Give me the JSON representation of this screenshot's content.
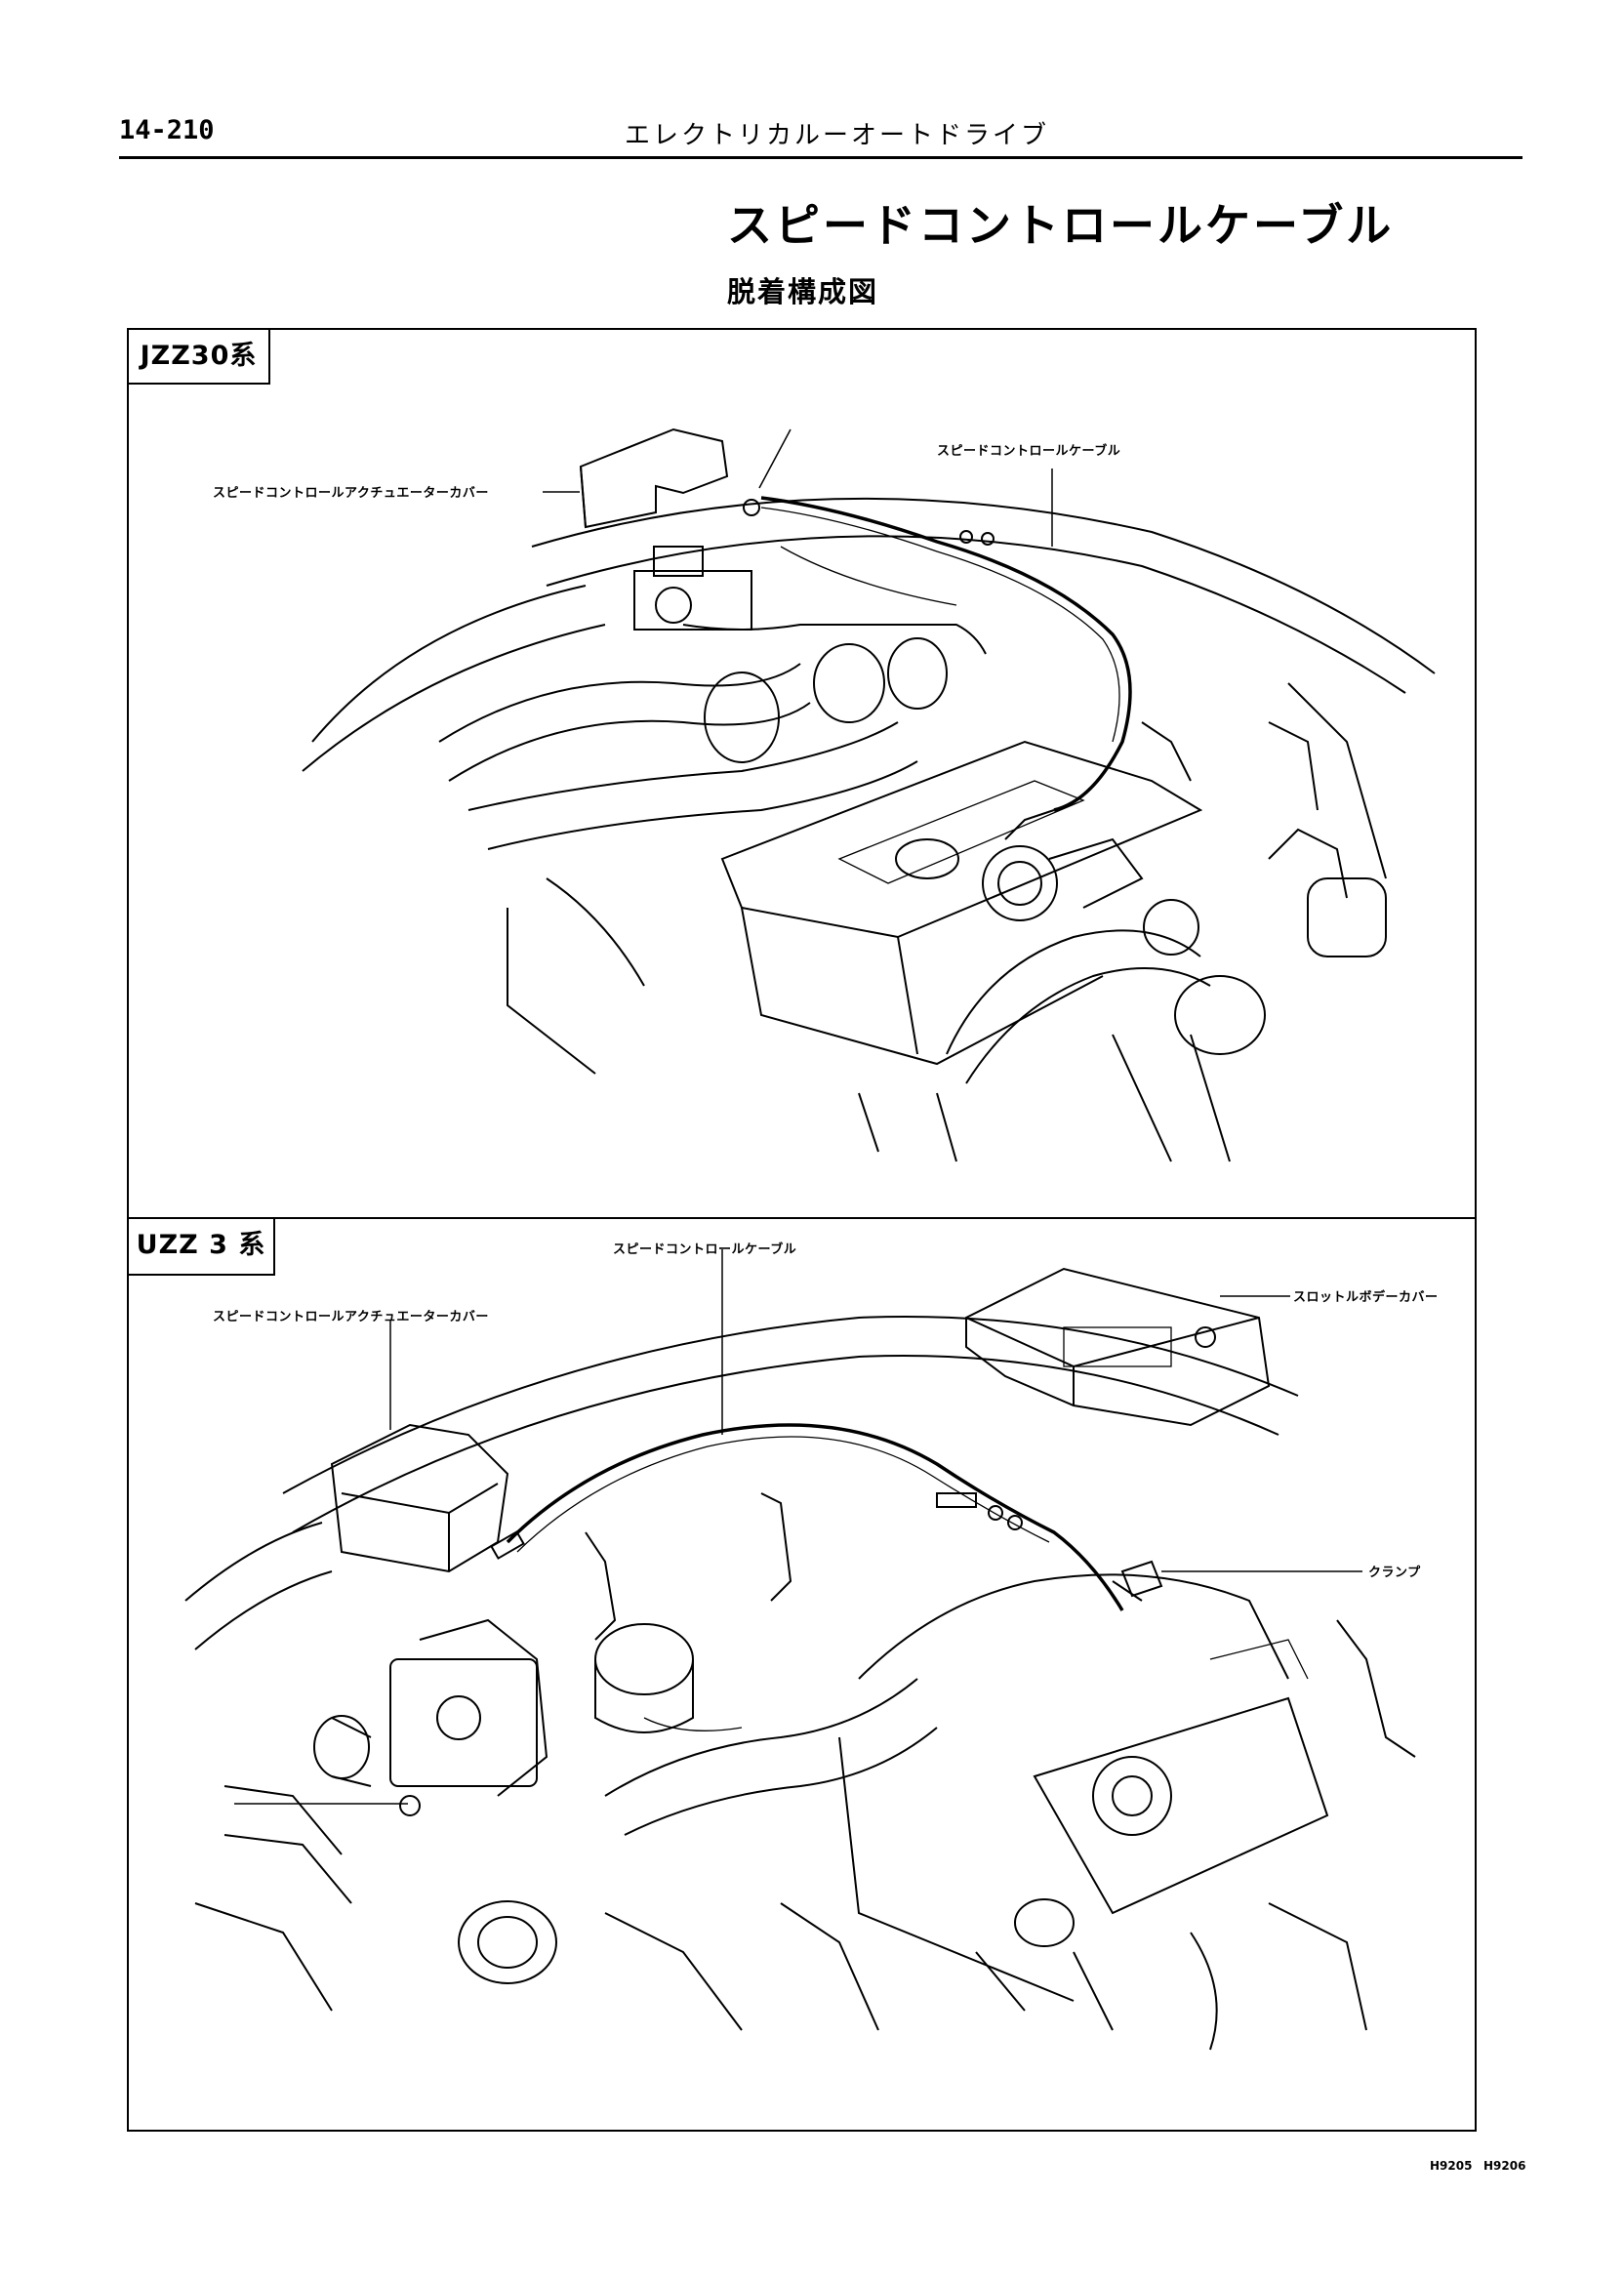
{
  "header": {
    "page_number": "14-210",
    "running_head": "エレクトリカルーオートドライブ"
  },
  "title": "スピードコントロールケーブル",
  "subtitle": "脱着構成図",
  "figures": [
    {
      "model": "JZZ30系",
      "callouts": {
        "actuator_cover": "スピードコントロールアクチュエーターカバー",
        "cable": "スピードコントロールケーブル"
      }
    },
    {
      "model": "UZZ 3 系",
      "callouts": {
        "cable": "スピードコントロールケーブル",
        "actuator_cover": "スピードコントロールアクチュエーターカバー",
        "throttle_body_cover": "スロットルボデーカバー",
        "clamp": "クランプ"
      }
    }
  ],
  "figure_codes": [
    "H9205",
    "H9206"
  ]
}
